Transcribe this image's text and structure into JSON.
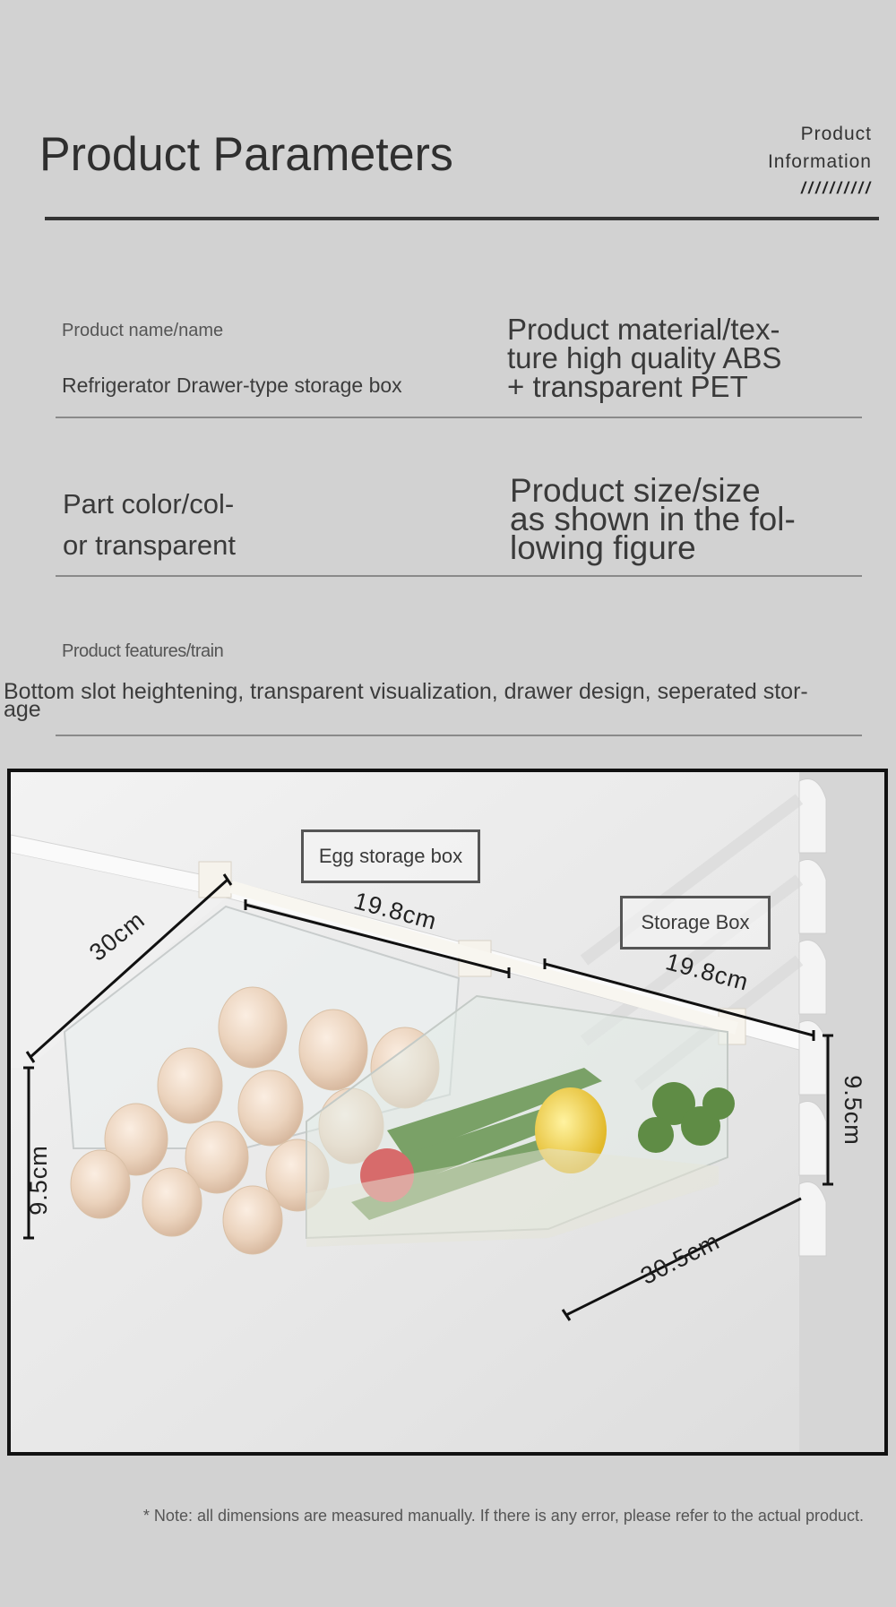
{
  "header": {
    "title": "Product Parameters",
    "info_line1": "Product",
    "info_line2": "Information",
    "slashes": "//////////"
  },
  "params": {
    "name_label": "Product name/name",
    "name_value": "Refrigerator Drawer-type storage box",
    "material_line1": "Product material/tex-",
    "material_line2": "ture high quality ABS",
    "material_line3": "+ transparent PET",
    "color_line1": "Part color/col-",
    "color_line2": "or transparent",
    "size_line1": "Product size/size",
    "size_line2": "as shown in the fol-",
    "size_line3": "lowing figure",
    "features_label": "Product features/train",
    "features_line1": "Bottom slot heightening, transparent visualization, drawer design, seperated stor-",
    "features_line2": "age"
  },
  "figure": {
    "egg_tag": "Egg storage box",
    "storage_tag": "Storage Box",
    "dim_depth_left": "30cm",
    "dim_width_left": "19.8cm",
    "dim_width_right": "19.8cm",
    "dim_height_left": "9.5cm",
    "dim_height_right": "9.5cm",
    "dim_depth_right": "30.5cm"
  },
  "footer": {
    "note": "* Note: all dimensions are measured manually. If there is any error, please refer to the actual product."
  }
}
